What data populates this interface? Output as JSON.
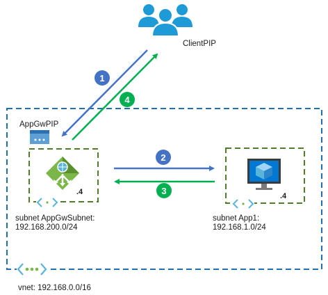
{
  "client": {
    "label": "ClientPIP"
  },
  "appgw_pip": {
    "label": "AppGwPIP"
  },
  "appgw": {
    "ip_suffix": ".4",
    "subnet_line1": "subnet AppGwSubnet:",
    "subnet_line2": "192.168.200.0/24"
  },
  "app1": {
    "ip_suffix": ".4",
    "subnet_line1": "subnet App1:",
    "subnet_line2": "192.168.1.0/24"
  },
  "vnet": {
    "label": "vnet: 192.168.0.0/16"
  },
  "steps": {
    "s1": "1",
    "s2": "2",
    "s3": "3",
    "s4": "4"
  },
  "colors": {
    "blue_arrow": "#4472c4",
    "green_arrow": "#00b050",
    "vnet_border": "#1f6fb2",
    "subnet_border": "#4f7d2a",
    "users_icon": "#1e9bd7",
    "gateway_green": "#7ab648",
    "chevron_blue": "#59b4d9"
  }
}
